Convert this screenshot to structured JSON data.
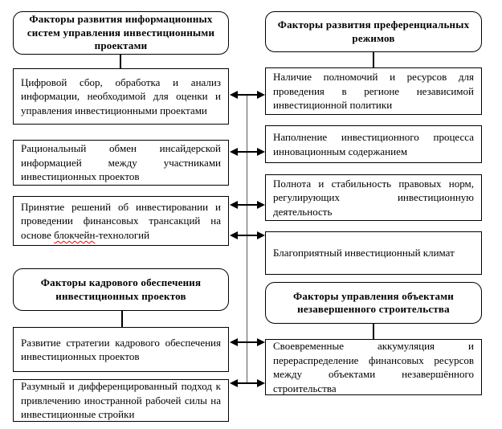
{
  "diagram": {
    "groups": {
      "left_top_header": "Факторы развития информационных систем управления инвестиционными проектами",
      "right_top_header": "Факторы развития преференциальных режимов",
      "left_bottom_header": "Факторы кадрового обеспечения инвестиционных проектов",
      "right_bottom_header": "Факторы управления объектами незавершенного строительства"
    },
    "left_boxes": {
      "digital_collection": "Цифровой сбор, обработка и анализ информации, необходимой для оценки и управления инвестиционными проектами",
      "insider_exchange": "Рациональный обмен инсайдерской информацией между участниками инвестиционных проектов",
      "blockchain_before": "Принятие решений об инвестировании и проведении финансовых трансакций на основе ",
      "blockchain_word": "блокчейн",
      "blockchain_after": "-технологий",
      "hr_strategy": "Развитие стратегии кадрового обеспечения инвестиционных проектов",
      "foreign_labor": "Разумный и дифференцированный подход к привлечению иностранной рабочей силы на инвестиционные стройки"
    },
    "right_boxes": {
      "independent_policy": "Наличие полномочий и ресурсов для проведения в регионе независимой инвестиционной политики",
      "innovation_content": "Наполнение инвестиционного процесса инновационным содержанием",
      "legal_norms": "Полнота и стабильность правовых норм, регулирующих инвестиционную деятельность",
      "investment_climate": "Благоприятный инвестиционный климат",
      "funds_reallocation": "Своевременные аккумуляция и перераспределение финансовых ресурсов между объектами незавершённого строительства"
    },
    "connections": [
      {
        "from": "digital_collection",
        "to": "independent_policy",
        "bidirectional": true
      },
      {
        "from": "insider_exchange",
        "to": "innovation_content",
        "bidirectional": true
      },
      {
        "from": "blockchain_decisions",
        "to": "legal_norms",
        "bidirectional": true
      },
      {
        "from": "blockchain_decisions",
        "to": "investment_climate",
        "bidirectional": true
      },
      {
        "from": "hr_strategy",
        "to": "funds_reallocation",
        "bidirectional": true
      },
      {
        "from": "foreign_labor",
        "to": "funds_reallocation",
        "bidirectional": true
      }
    ],
    "colors": {
      "border": "#000000",
      "spine": "#595959",
      "spellcheck_underline": "#ff0000",
      "background": "#ffffff"
    }
  }
}
